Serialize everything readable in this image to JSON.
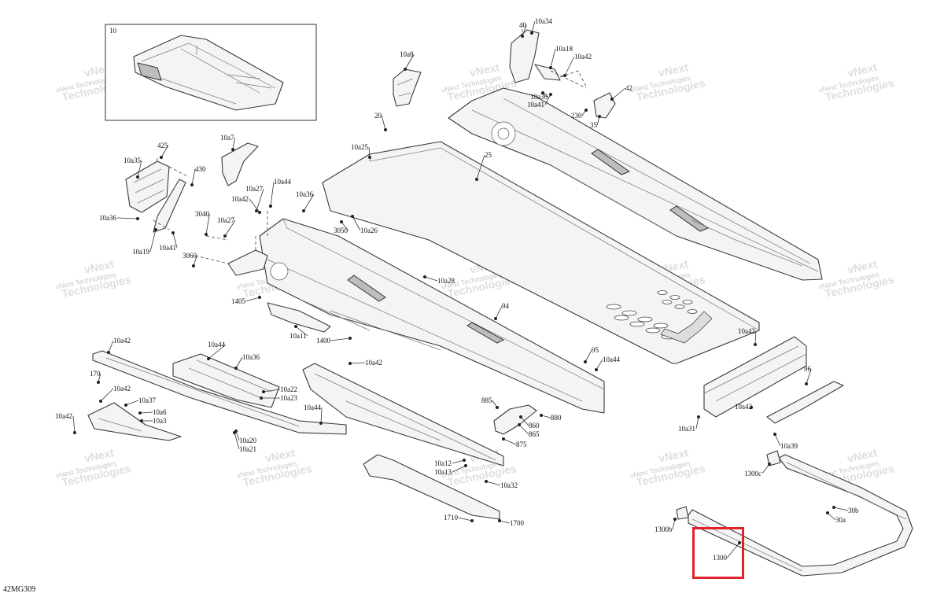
{
  "diagram_code": "42MG309",
  "inset": {
    "label": "10"
  },
  "watermark": {
    "line1": "vNext",
    "line2": "Technologies"
  },
  "highlight": {
    "color": "#e0232a",
    "target_label": "1300"
  },
  "callouts": [
    "10a34",
    "40",
    "10a18",
    "10a42",
    "10a36",
    "10a41",
    "42",
    "230",
    "35",
    "10a8",
    "20",
    "10a25",
    "25",
    "425",
    "10a35",
    "430",
    "10a36",
    "10a19",
    "10a41",
    "10a7",
    "10a27",
    "10a44",
    "10a42",
    "10a36",
    "3040",
    "10a27",
    "3060",
    "3050",
    "10a26",
    "10a28",
    "1405",
    "10a11",
    "1400",
    "94",
    "10a42",
    "10a44",
    "10a36",
    "170",
    "10a42",
    "10a37",
    "10a6",
    "10a3",
    "10a42",
    "10a22",
    "10a23",
    "10a44",
    "10a20",
    "10a21",
    "10a42",
    "95",
    "10a44",
    "885",
    "860",
    "865",
    "880",
    "875",
    "10a12",
    "10a13",
    "10a32",
    "1710",
    "1700",
    "10a42",
    "96",
    "10a42",
    "10a31",
    "10a39",
    "1300c",
    "30b",
    "30a",
    "1300b",
    "1300"
  ]
}
